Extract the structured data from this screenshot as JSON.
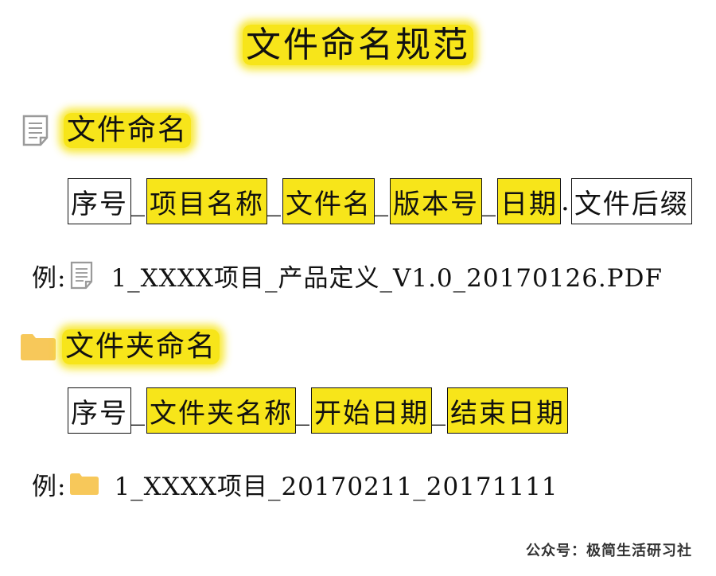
{
  "title": "文件命名规范",
  "file_section": {
    "heading": "文件命名",
    "icon": "document-icon",
    "pattern": [
      {
        "label": "序号",
        "highlight": false
      },
      {
        "sep": "_"
      },
      {
        "label": "项目名称",
        "highlight": true
      },
      {
        "sep": "_"
      },
      {
        "label": "文件名",
        "highlight": true
      },
      {
        "sep": "_"
      },
      {
        "label": "版本号",
        "highlight": true
      },
      {
        "sep": "_"
      },
      {
        "label": "日期",
        "highlight": true
      },
      {
        "sep": "."
      },
      {
        "label": "文件后缀",
        "highlight": false
      }
    ],
    "example_label": "例:",
    "example_value": "1_XXXX项目_产品定义_V1.0_20170126.PDF"
  },
  "folder_section": {
    "heading": "文件夹命名",
    "icon": "folder-icon",
    "pattern": [
      {
        "label": "序号",
        "highlight": false
      },
      {
        "sep": "_"
      },
      {
        "label": "文件夹名称",
        "highlight": true
      },
      {
        "sep": "_"
      },
      {
        "label": "开始日期",
        "highlight": true
      },
      {
        "sep": "_"
      },
      {
        "label": "结束日期",
        "highlight": true
      }
    ],
    "example_label": "例:",
    "example_value": "1_XXXX项目_20170211_20171111"
  },
  "footer": "公众号：极简生活研习社",
  "colors": {
    "highlight": "#f7e51a",
    "folder": "#f7c85a",
    "icon_gray": "#9a9a9a"
  }
}
